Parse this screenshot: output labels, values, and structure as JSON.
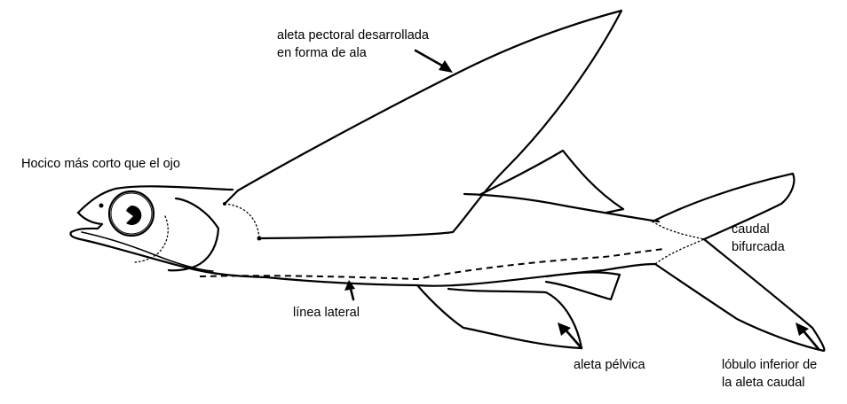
{
  "diagram": {
    "subject": "flying fish (pez volador) anatomy",
    "labels": {
      "pectoral_fin": [
        "aleta pectoral desarrollada",
        "en forma de ala"
      ],
      "snout": "Hocico más corto que el ojo",
      "caudal": [
        "caudal",
        "bifurcada"
      ],
      "lower_lobe": [
        "lóbulo inferior de",
        "la aleta caudal"
      ],
      "lateral_line": "línea lateral",
      "pelvic_fin": "aleta pélvica"
    },
    "colors": {
      "line": "#000000",
      "background": "#ffffff"
    }
  }
}
